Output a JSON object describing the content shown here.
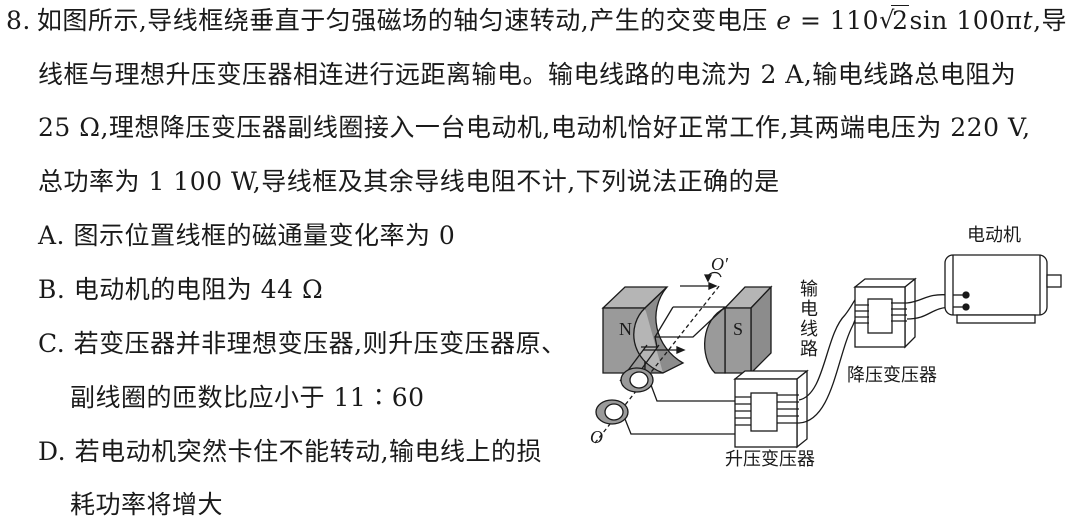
{
  "question": {
    "number": "8.",
    "stem_lines": [
      "如图所示,导线框绕垂直于匀强磁场的轴匀速转动,产生的交变电压",
      "线框与理想升压变压器相连进行远距离输电。输电线路的电流为 2 A,输电线路总电阻为",
      "25 Ω,理想降压变压器副线圈接入一台电动机,电动机恰好正常工作,其两端电压为 220 V,",
      "总功率为 1 100 W,导线框及其余导线电阻不计,下列说法正确的是"
    ],
    "formula": {
      "lhs": "e",
      "eq": " = 110",
      "sqrt_arg": "2",
      "func": "sin 100π",
      "var": "t",
      "tail": ",导"
    },
    "options": [
      {
        "key": "A.",
        "text": "图示位置线框的磁通量变化率为 0"
      },
      {
        "key": "B.",
        "text": "电动机的电阻为 44 Ω"
      },
      {
        "key": "C.",
        "text": "若变压器并非理想变压器,则升压变压器原、",
        "cont": "副线圈的匝数比应小于 11∶60"
      },
      {
        "key": "D.",
        "text": "若电动机突然卡住不能转动,输电线上的损",
        "cont": "耗功率将增大"
      }
    ]
  },
  "diagram": {
    "labels": {
      "motor": "电动机",
      "line": [
        "输",
        "电",
        "线",
        "路"
      ],
      "step_down": "降压变压器",
      "step_up": "升压变压器",
      "north": "N",
      "south": "S",
      "axis_top": "O′",
      "axis_bottom": "O"
    },
    "colors": {
      "magnet_fill": "#9a9a9a",
      "magnet_face": "#b5b5b5",
      "stroke": "#1a1a1a"
    }
  }
}
